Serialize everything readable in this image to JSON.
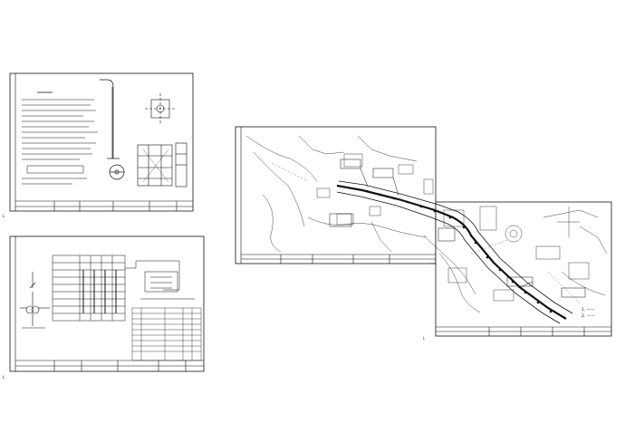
{
  "sheets": {
    "top_left": {
      "corner_mark": "L"
    },
    "bottom_left": {
      "corner_mark": "L"
    },
    "right": {
      "corner_mark": "L"
    }
  },
  "legend": {
    "line1": "1.  ——",
    "line2": "2.  ——"
  },
  "colors": {
    "ink": "#111111",
    "paper": "#ffffff"
  }
}
